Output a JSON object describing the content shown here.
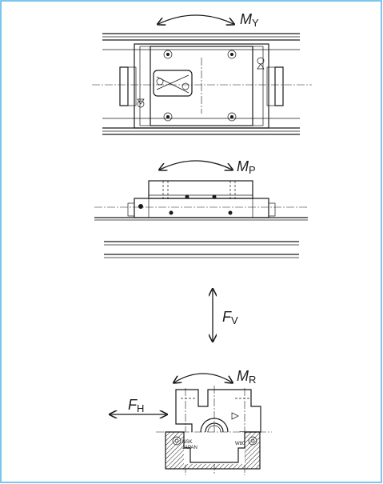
{
  "labels": {
    "moment_yaw": {
      "main": "M",
      "sub": "Y"
    },
    "moment_pitch": {
      "main": "M",
      "sub": "P"
    },
    "force_vertical": {
      "main": "F",
      "sub": "V"
    },
    "moment_roll": {
      "main": "M",
      "sub": "R"
    },
    "force_horizontal": {
      "main": "F",
      "sub": "H"
    }
  },
  "block_marks": {
    "maker": "NSK",
    "origin": "JAPAN",
    "model": "W80"
  },
  "colors": {
    "frame_border": "#4fb3e6",
    "ink": "#1a1a1a",
    "hatch": "#1a1a1a"
  }
}
